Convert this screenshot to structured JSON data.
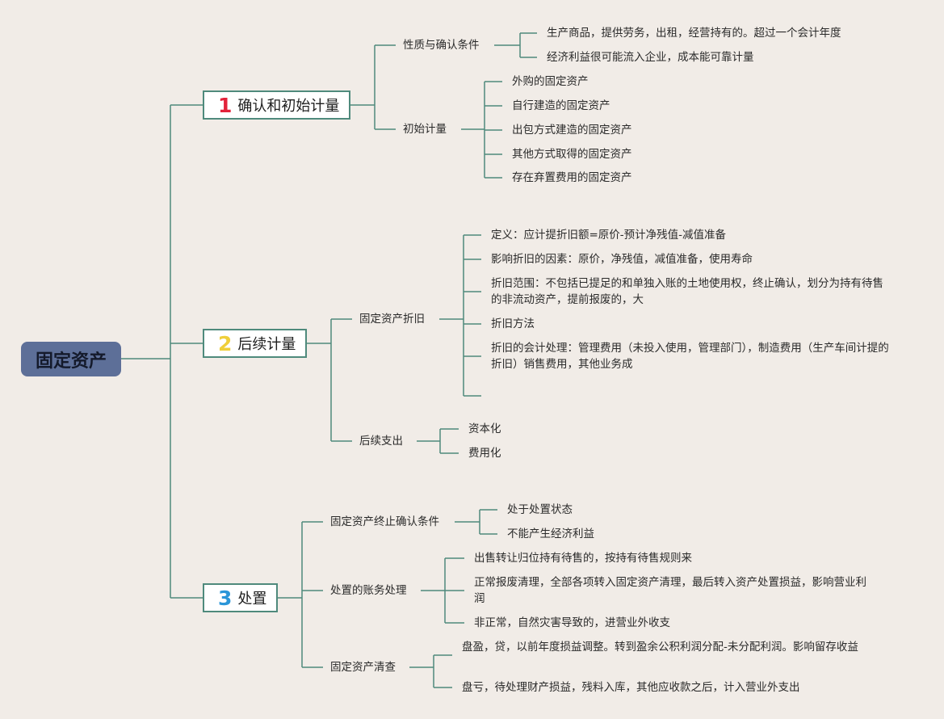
{
  "root": {
    "label": "固定资产"
  },
  "sections": [
    {
      "num": "1",
      "label": "确认和初始计量",
      "branches": [
        {
          "label": "性质与确认条件",
          "items": [
            "生产商品，提供劳务，出租，经营持有的。超过一个会计年度",
            "经济利益很可能流入企业，成本能可靠计量"
          ]
        },
        {
          "label": "初始计量",
          "items": [
            "外购的固定资产",
            "自行建造的固定资产",
            "出包方式建造的固定资产",
            "其他方式取得的固定资产",
            "存在弃置费用的固定资产"
          ]
        }
      ]
    },
    {
      "num": "2",
      "label": "后续计量",
      "branches": [
        {
          "label": "固定资产折旧",
          "items": [
            "定义：应计提折旧额=原价-预计净残值-减值准备",
            "影响折旧的因素：原价，净残值，减值准备，使用寿命",
            "折旧范围：不包括已提足的和单独入账的土地使用权，终止确认，划分为持有待售的非流动资产，提前报废的，大",
            "折旧方法",
            "折旧的会计处理：管理费用（未投入使用，管理部门），制造费用（生产车间计提的折旧）销售费用，其他业务成",
            ""
          ]
        },
        {
          "label": "后续支出",
          "items": [
            "资本化",
            "费用化"
          ]
        }
      ]
    },
    {
      "num": "3",
      "label": "处置",
      "branches": [
        {
          "label": "固定资产终止确认条件",
          "items": [
            "处于处置状态",
            "不能产生经济利益"
          ]
        },
        {
          "label": "处置的账务处理",
          "items": [
            "出售转让归位持有待售的，按持有待售规则来",
            "正常报废清理，全部各项转入固定资产清理，最后转入资产处置损益，影响营业利润",
            "非正常，自然灾害导致的，进营业外收支"
          ]
        },
        {
          "label": "固定资产清查",
          "items": [
            "盘盈，贷，以前年度损益调整。转到盈余公积利润分配-未分配利润。影响留存收益",
            "盘亏，待处理财产损益，残料入库，其他应收款之后，计入营业外支出"
          ]
        }
      ]
    }
  ]
}
